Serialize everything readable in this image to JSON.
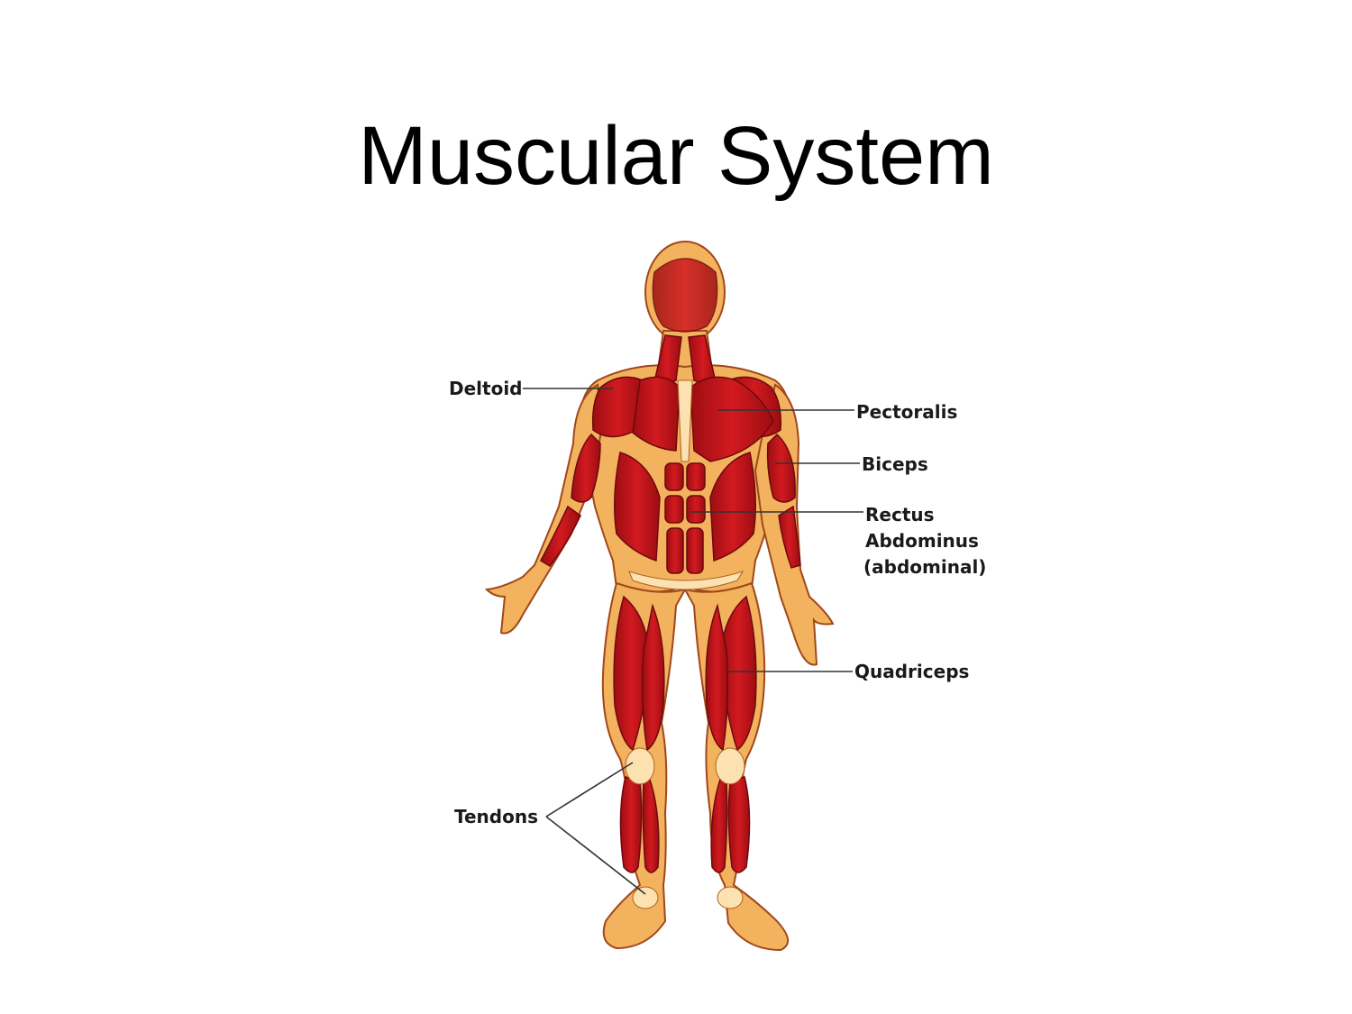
{
  "slide": {
    "title": "Muscular System"
  },
  "diagram": {
    "labels": {
      "deltoid": "Deltoid",
      "pectoralis": "Pectoralis",
      "biceps": "Biceps",
      "rectus_line1": "Rectus",
      "rectus_line2": "Abdominus",
      "rectus_line3": "(abdominal)",
      "quadriceps": "Quadriceps",
      "tendons": "Tendons"
    },
    "colors": {
      "muscle": "#c8141c",
      "muscle_dark": "#8a0c10",
      "tendon": "#f6c27a",
      "tendon_light": "#fbe2b0",
      "leader_line": "#333333"
    }
  }
}
